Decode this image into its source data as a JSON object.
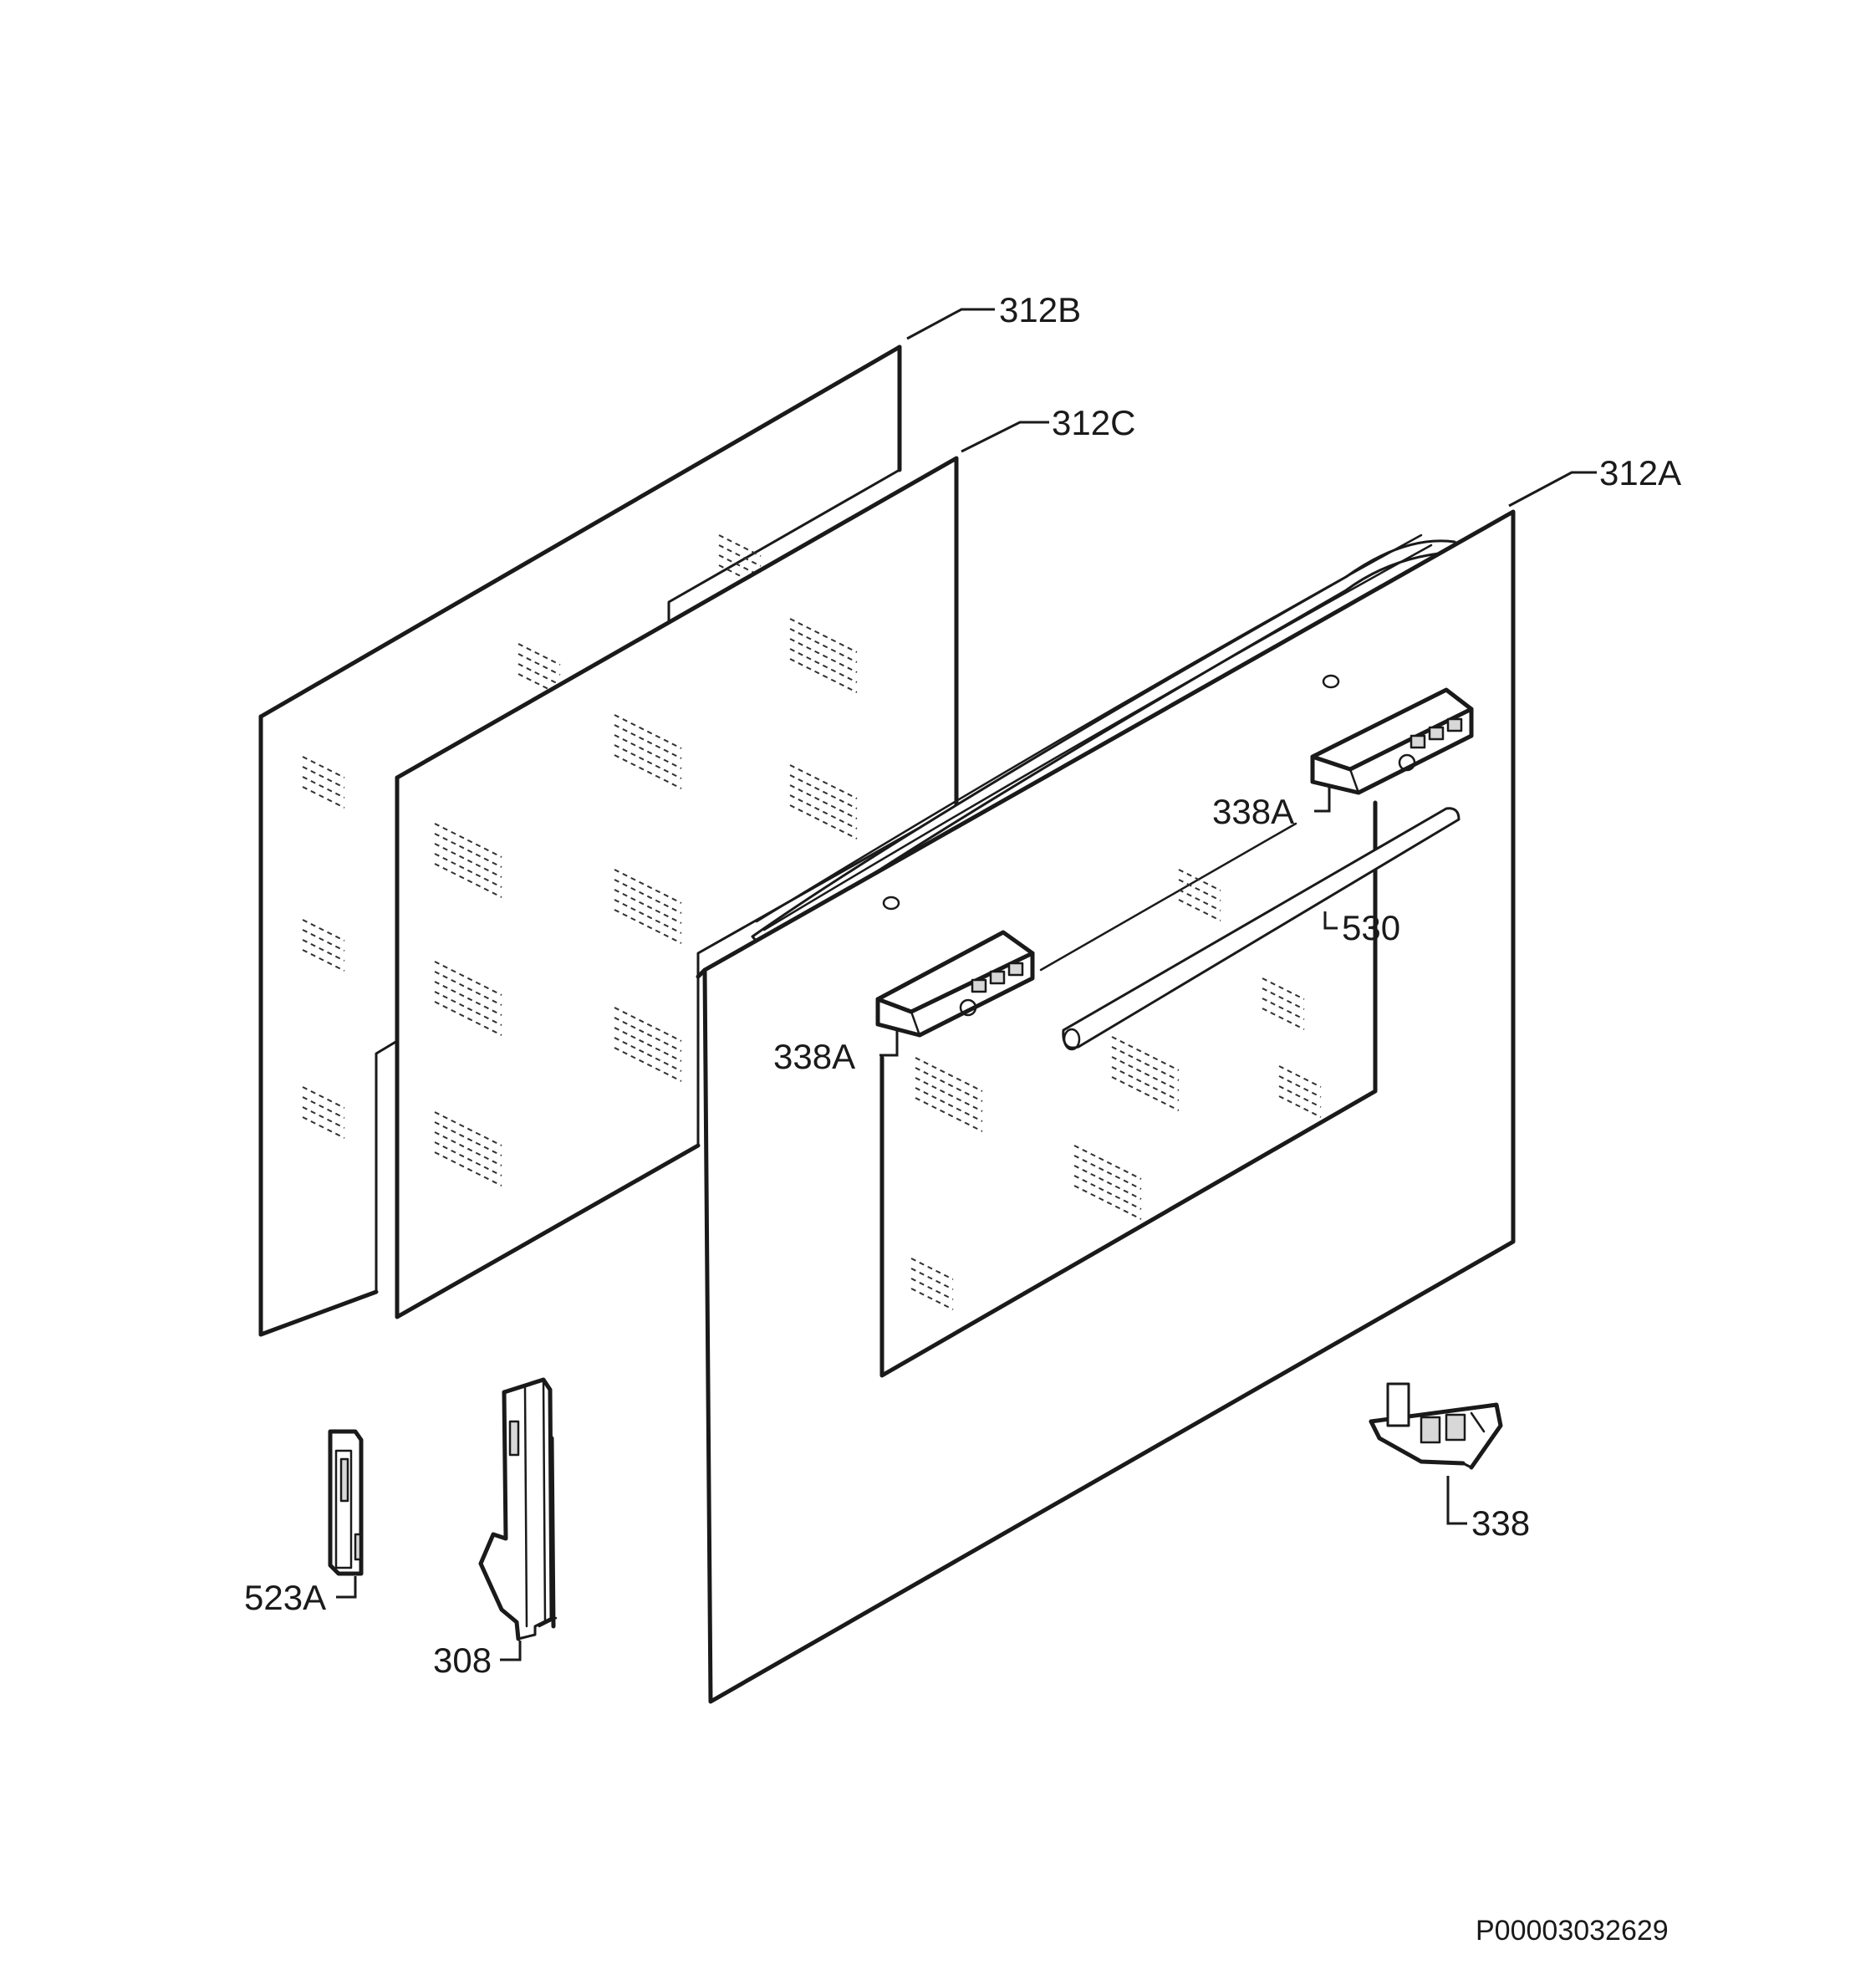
{
  "labels": {
    "part_312b": "312B",
    "part_312c": "312C",
    "part_312a": "312A",
    "part_338a_upper": "338A",
    "part_338a_lower": "338A",
    "part_530": "530",
    "part_338": "338",
    "part_523a": "523A",
    "part_308": "308"
  },
  "footer": {
    "drawing_number": "P00003032629"
  }
}
